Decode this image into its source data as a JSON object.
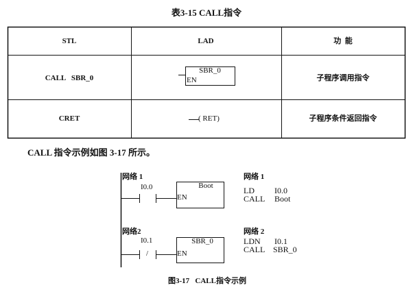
{
  "table": {
    "caption": "表3-15   CALL指令",
    "headers": [
      "STL",
      "LAD",
      "功  能"
    ],
    "rows": [
      {
        "stl": "CALL   SBR_0",
        "lad_box": "SBR_0",
        "lad_en": "EN",
        "function": "子程序调用指令"
      },
      {
        "stl": "CRET",
        "lad_coil": "( RET)",
        "function": "子程序条件返回指令"
      }
    ]
  },
  "paragraph": "CALL 指令示例如图 3-17 所示。",
  "figure": {
    "networks": [
      {
        "label": "网络 1",
        "contact": "I0.0",
        "contact_symbol": "",
        "box": "Boot",
        "en": "EN",
        "stl_label": "网络 1",
        "stl": [
          [
            "LD",
            "I0.0"
          ],
          [
            "CALL",
            "Boot"
          ]
        ]
      },
      {
        "label": "网络2",
        "contact": "I0.1",
        "contact_symbol": "/",
        "box": "SBR_0",
        "en": "EN",
        "stl_label": "网络 2",
        "stl": [
          [
            "LDN",
            "I0.1"
          ],
          [
            "CALL",
            "SBR_0"
          ]
        ]
      }
    ],
    "caption": "图3-17   CALL指令示例"
  }
}
